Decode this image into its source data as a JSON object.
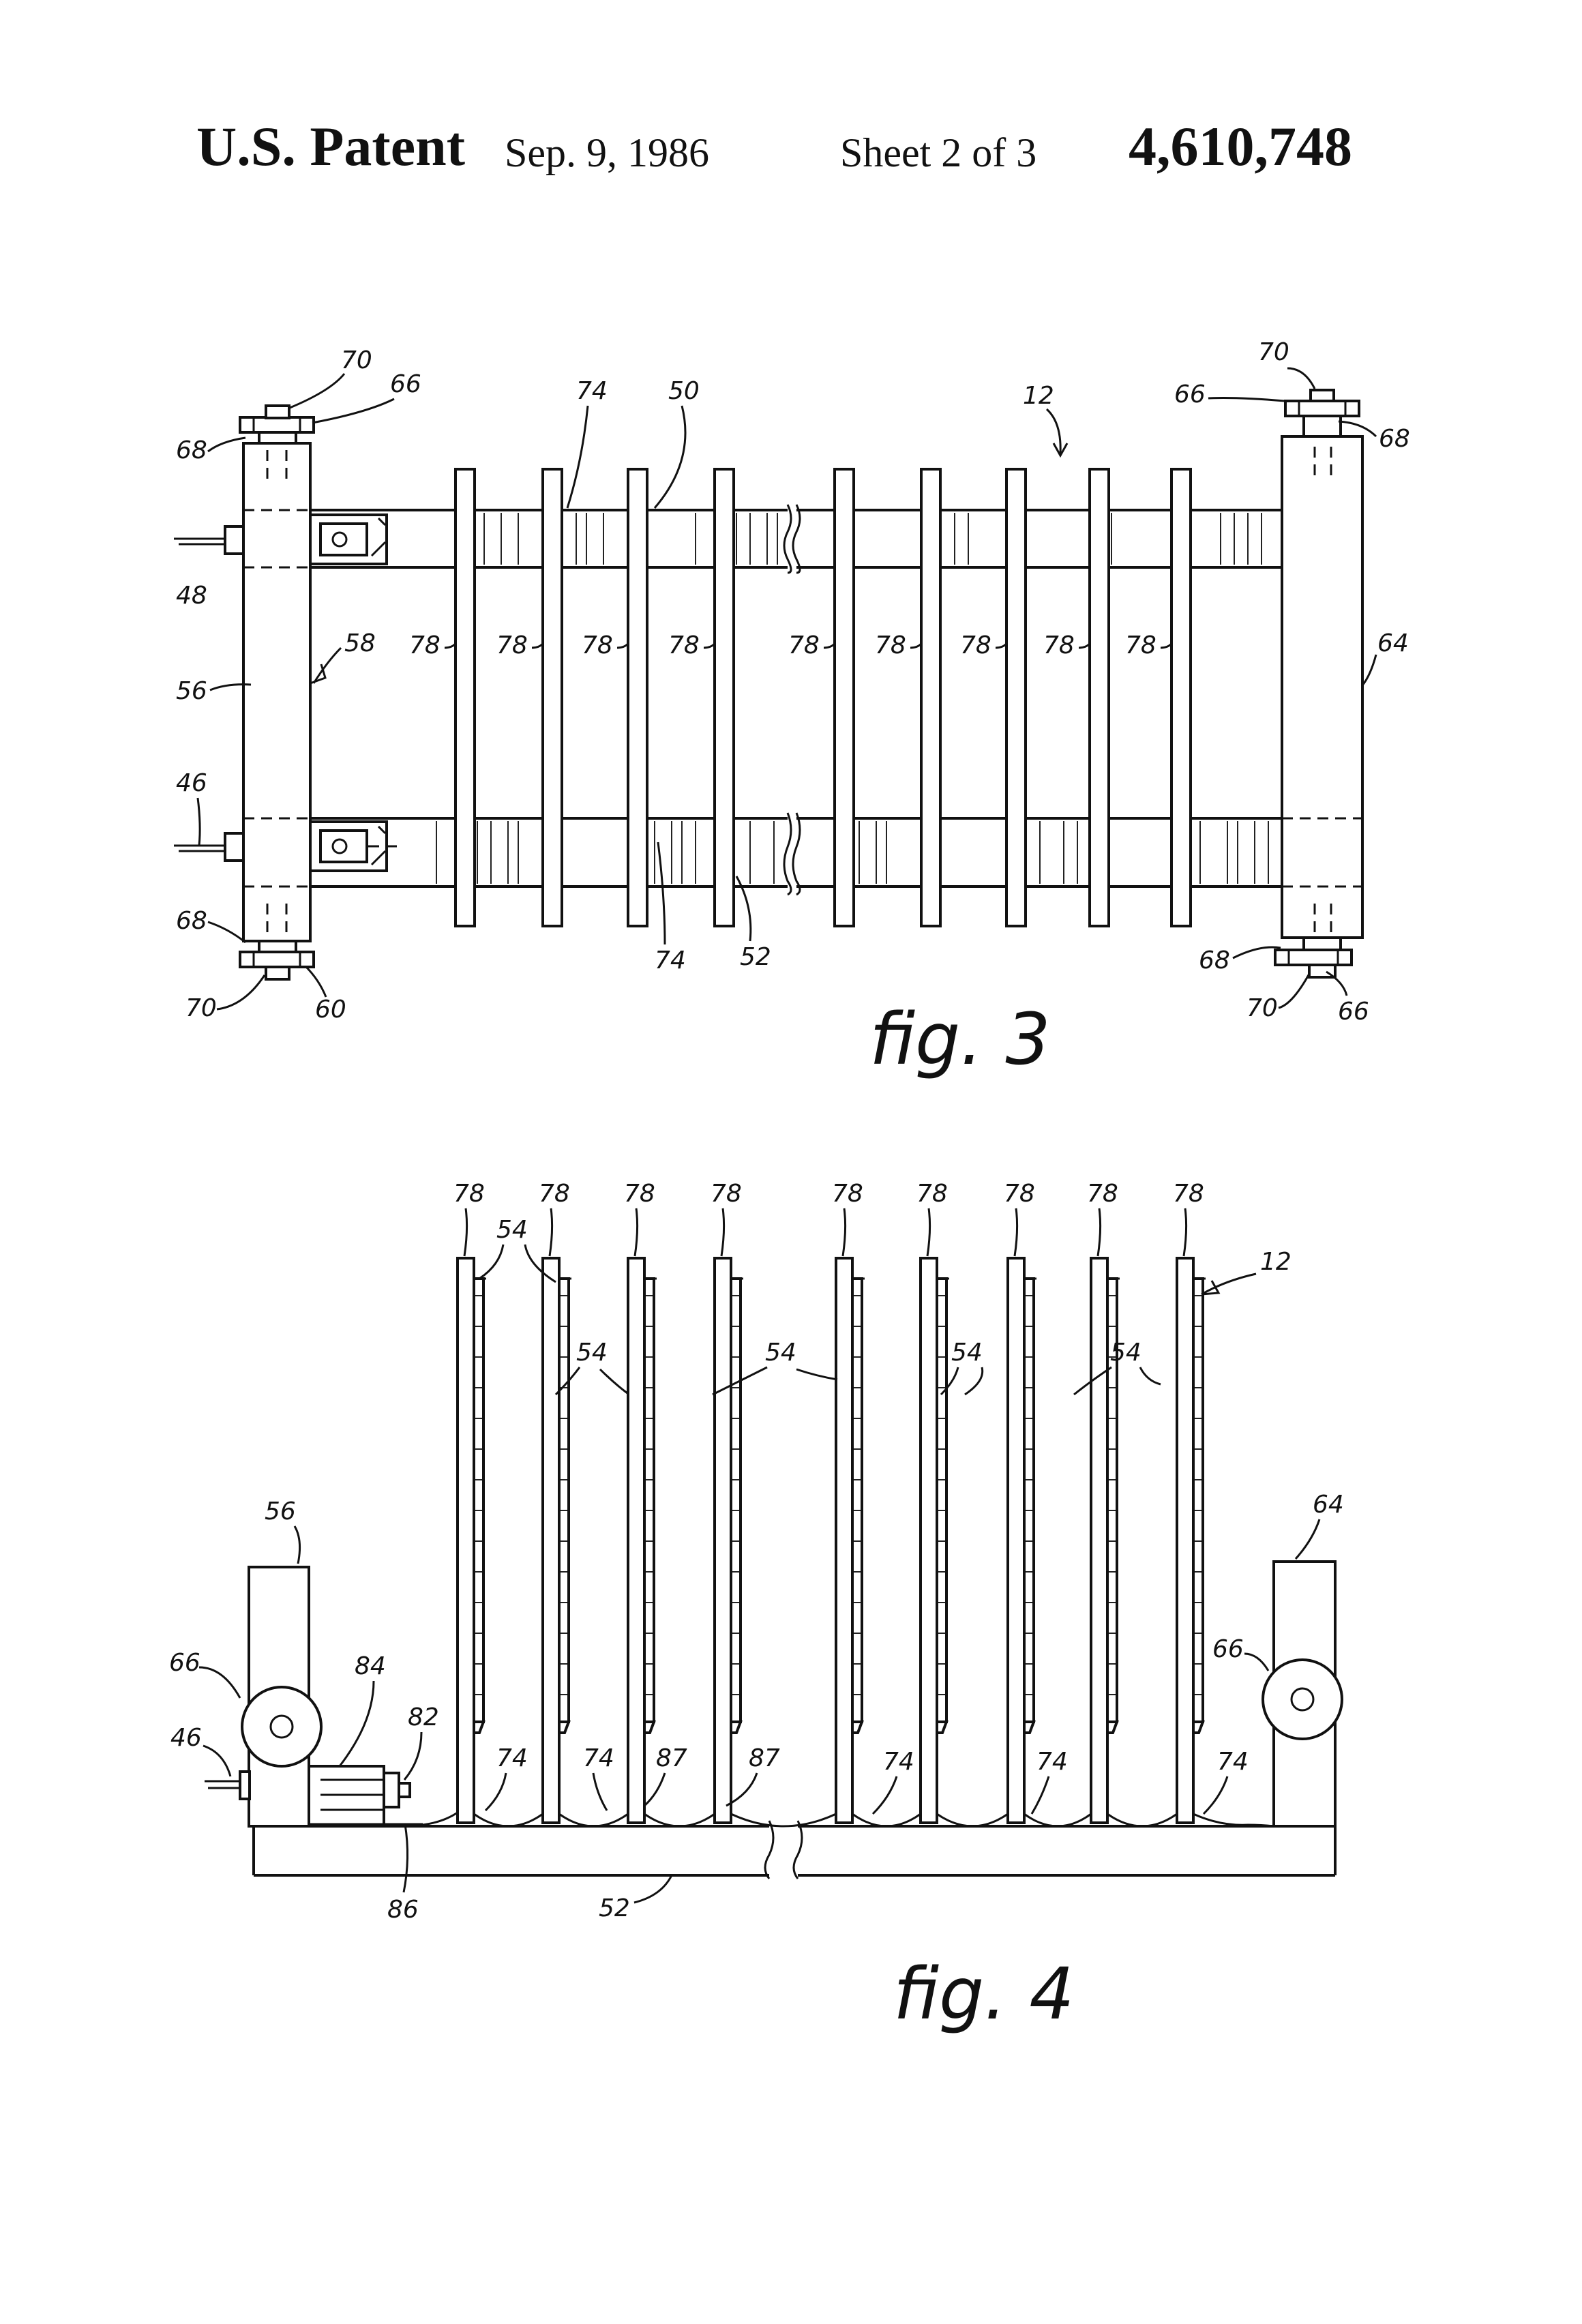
{
  "header": {
    "title": "U.S. Patent",
    "date": "Sep. 9, 1986",
    "sheet": "Sheet 2 of 3",
    "patent_number": "4,610,748"
  },
  "fig3": {
    "caption": "fig. 3",
    "refs": {
      "r70_tl": "70",
      "r66_tl": "66",
      "r68_tl": "68",
      "r74_t": "74",
      "r50": "50",
      "r12": "12",
      "r70_tr": "70",
      "r66_tr": "66",
      "r68_tr": "68",
      "r48": "48",
      "r58": "58",
      "r56": "56",
      "r64": "64",
      "r46": "46",
      "r68_bl": "68",
      "r70_bl": "70",
      "r60": "60",
      "r74_b": "74",
      "r52": "52",
      "r68_br": "68",
      "r70_br": "70",
      "r66_br": "66"
    },
    "plate_labels": [
      "78",
      "78",
      "78",
      "78",
      "78",
      "78",
      "78",
      "78",
      "78"
    ]
  },
  "fig4": {
    "caption": "fig. 4",
    "top_labels": [
      "78",
      "78",
      "78",
      "78",
      "78",
      "78",
      "78",
      "78",
      "78"
    ],
    "refs": {
      "r12": "12",
      "r54_a": "54",
      "r54_b": "54",
      "r54_c": "54",
      "r54_d": "54",
      "r54_e": "54",
      "r56": "56",
      "r64": "64",
      "r66_l": "66",
      "r66_r": "66",
      "r84": "84",
      "r82": "82",
      "r46": "46",
      "r86": "86",
      "r52": "52",
      "r87_a": "87",
      "r87_b": "87",
      "r74_1": "74",
      "r74_2": "74",
      "r74_3": "74",
      "r74_4": "74",
      "r74_5": "74"
    }
  }
}
